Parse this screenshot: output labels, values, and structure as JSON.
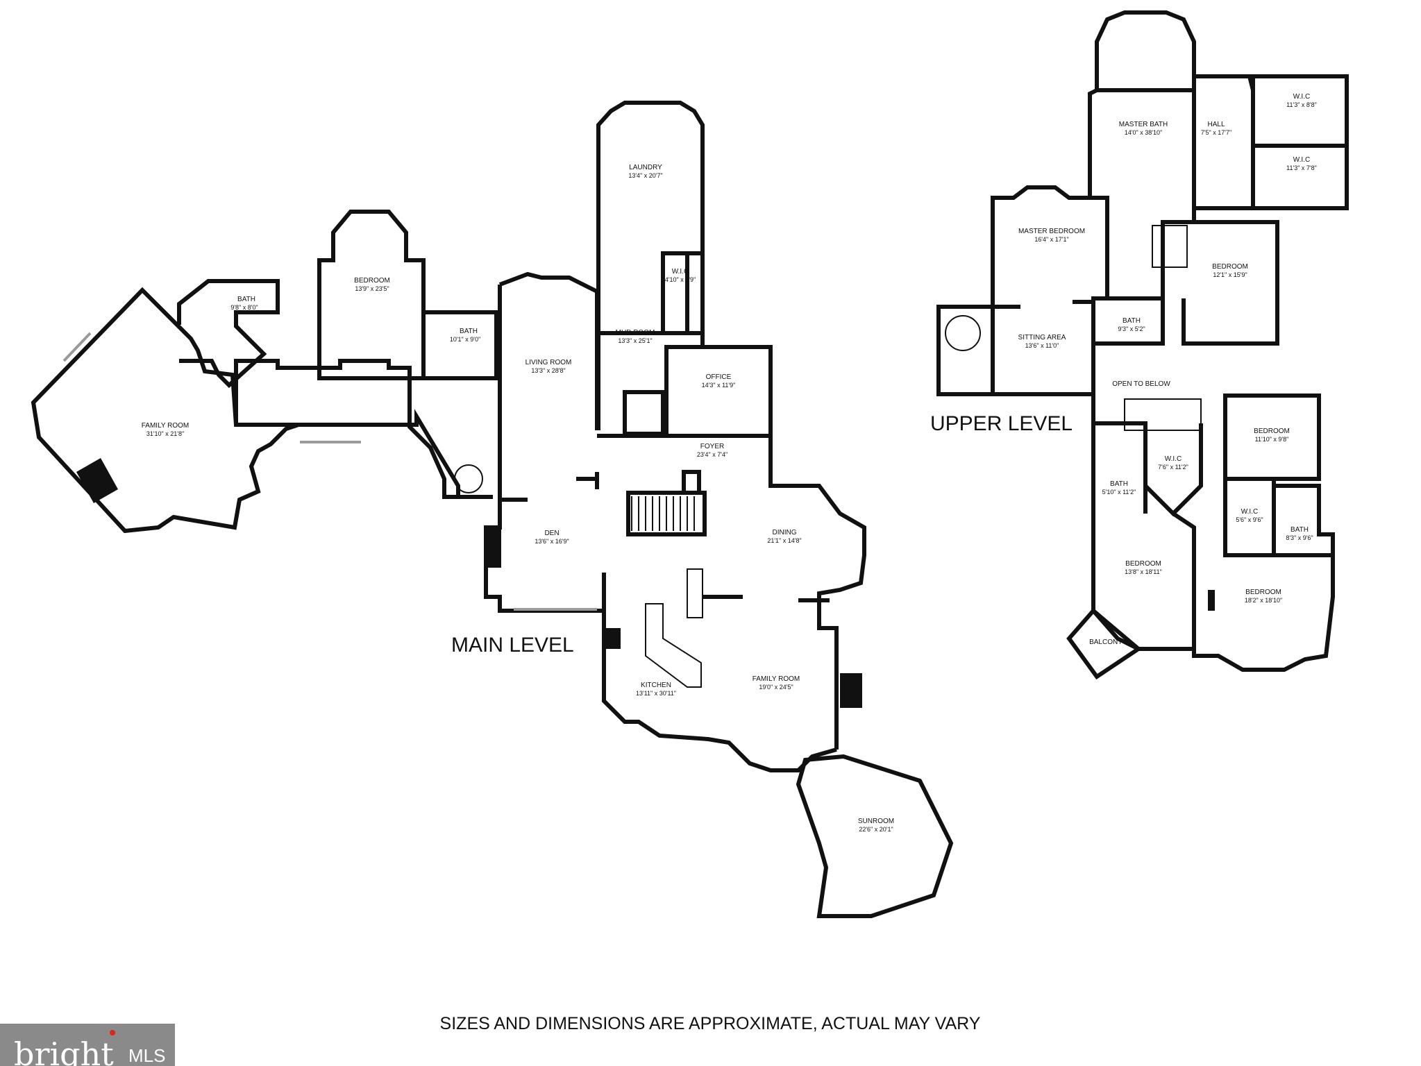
{
  "levels": {
    "main": "MAIN LEVEL",
    "upper": "UPPER LEVEL"
  },
  "main_rooms": [
    {
      "id": "family-room-west",
      "name": "FAMILY ROOM",
      "dims": "31'10\" x 21'8\""
    },
    {
      "id": "bath-small",
      "name": "BATH",
      "dims": "9'8\" x 8'0\""
    },
    {
      "id": "bedroom-main",
      "name": "BEDROOM",
      "dims": "13'9\" x 23'5\""
    },
    {
      "id": "bath-main",
      "name": "BATH",
      "dims": "10'1\" x 9'0\""
    },
    {
      "id": "laundry",
      "name": "LAUNDRY",
      "dims": "13'4\" x 20'7\""
    },
    {
      "id": "wic-main",
      "name": "W.I.C",
      "dims": "4'10\" x 7'9\""
    },
    {
      "id": "mud-room",
      "name": "MUD ROOM",
      "dims": "13'3\" x 25'1\""
    },
    {
      "id": "living-room",
      "name": "LIVING ROOM",
      "dims": "13'3\" x 28'8\""
    },
    {
      "id": "office",
      "name": "OFFICE",
      "dims": "14'3\" x 11'9\""
    },
    {
      "id": "foyer",
      "name": "FOYER",
      "dims": "23'4\" x 7'4\""
    },
    {
      "id": "den",
      "name": "DEN",
      "dims": "13'6\" x 16'9\""
    },
    {
      "id": "dining",
      "name": "DINING",
      "dims": "21'1\" x 14'8\""
    },
    {
      "id": "kitchen",
      "name": "KITCHEN",
      "dims": "13'11\" x 30'11\""
    },
    {
      "id": "family-room-east",
      "name": "FAMILY ROOM",
      "dims": "19'0\" x 24'5\""
    },
    {
      "id": "sunroom",
      "name": "SUNROOM",
      "dims": "22'6\" x 20'1\""
    }
  ],
  "upper_rooms": [
    {
      "id": "master-bath",
      "name": "MASTER BATH",
      "dims": "14'0\" x 38'10\""
    },
    {
      "id": "hall",
      "name": "HALL",
      "dims": "7'5\" x 17'7\""
    },
    {
      "id": "wic-1",
      "name": "W.I.C",
      "dims": "11'3\" x 8'8\""
    },
    {
      "id": "wic-2",
      "name": "W.I.C",
      "dims": "11'3\" x 7'8\""
    },
    {
      "id": "master-bedroom",
      "name": "MASTER BEDROOM",
      "dims": "16'4\" x 17'1\""
    },
    {
      "id": "bedroom-ne",
      "name": "BEDROOM",
      "dims": "12'1\" x 15'9\""
    },
    {
      "id": "bath-up-1",
      "name": "BATH",
      "dims": "9'3\" x 5'2\""
    },
    {
      "id": "sitting-area",
      "name": "SITTING AREA",
      "dims": "13'6\" x 11'0\""
    },
    {
      "id": "open-to-below",
      "name": "OPEN TO BELOW",
      "dims": ""
    },
    {
      "id": "bedroom-e",
      "name": "BEDROOM",
      "dims": "11'10\" x 9'8\""
    },
    {
      "id": "wic-3",
      "name": "W.I.C",
      "dims": "7'6\" x 11'2\""
    },
    {
      "id": "bath-up-2",
      "name": "BATH",
      "dims": "5'10\" x 11'2\""
    },
    {
      "id": "wic-4",
      "name": "W.I.C",
      "dims": "5'6\" x 9'6\""
    },
    {
      "id": "bath-up-3",
      "name": "BATH",
      "dims": "8'3\" x 9'6\""
    },
    {
      "id": "bedroom-sw",
      "name": "BEDROOM",
      "dims": "13'8\" x 18'11\""
    },
    {
      "id": "bedroom-se",
      "name": "BEDROOM",
      "dims": "18'2\" x 18'10\""
    },
    {
      "id": "balcony",
      "name": "BALCONY",
      "dims": ""
    }
  ],
  "disclaimer": "SIZES AND DIMENSIONS ARE APPROXIMATE, ACTUAL MAY VARY",
  "logo": {
    "brand": "bright",
    "suffix": "MLS"
  },
  "colors": {
    "wall": "#111111",
    "window": "#9a9a9a",
    "logo_bg": "#8a8a8a",
    "logo_dot": "#e2231a"
  }
}
